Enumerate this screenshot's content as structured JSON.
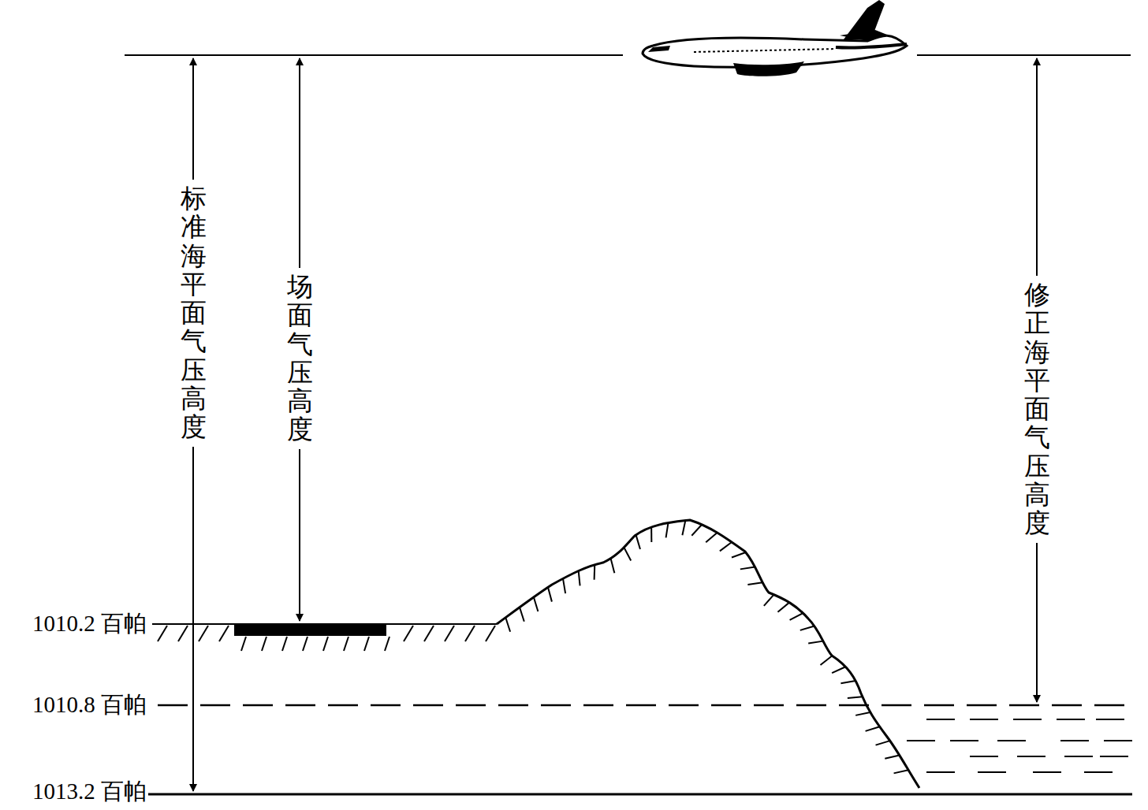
{
  "diagram": {
    "labels": [
      "标准海平面气压高度",
      "场面气压高度",
      "修正海平面气压高度",
      "1010.2 百帕",
      "1010.8 百帕",
      "1013.2 百帕"
    ]
  }
}
